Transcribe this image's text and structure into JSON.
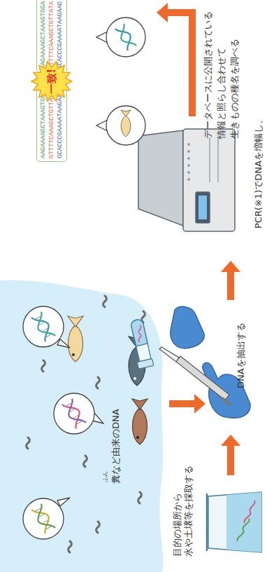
{
  "diagram": {
    "nodes": [
      {
        "text": [
          "AAGAAAAGCTAAAGTGGA GTTTTCAAAGCTGTTATA GCACCCGAAAATAAGAAG"
        ]
      },
      {
        "text": [
          "一致!"
        ]
      },
      {
        "text": [
          "AAGAAAAGCTAAAGTGGA GTTTTCAAAGCTGTTATA GCACCCGAAAATAAGAAG"
        ]
      }
    ],
    "labels": [
      "ふん",
      "糞など由来のDNA",
      "目的の場所から 水や土壌等を採取する",
      "DNAを抽出する",
      "PCR(※1)でDNAを増幅し、",
      "データベースに公開されている 情報と照らし合わせて 生きものの種名を調べる"
    ]
  }
}
